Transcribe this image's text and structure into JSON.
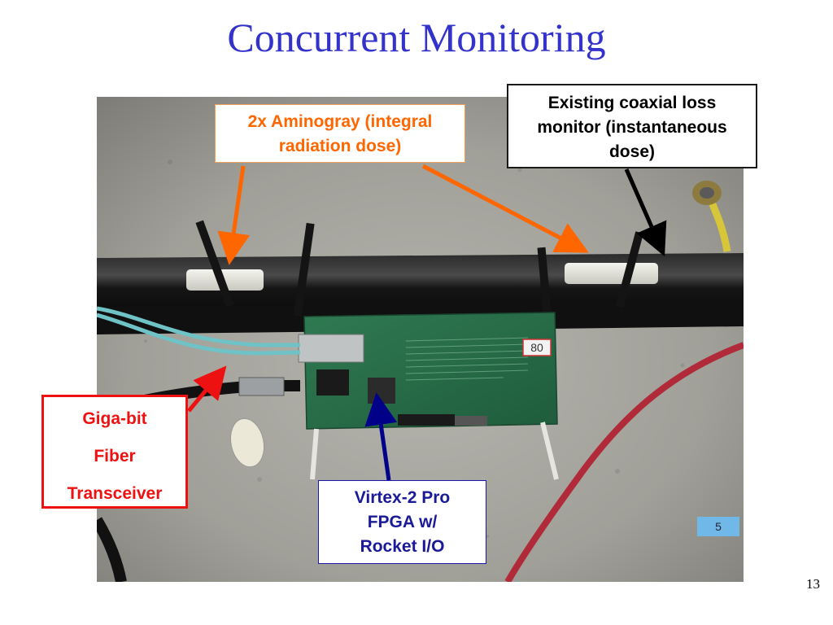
{
  "slide": {
    "title": "Concurrent Monitoring",
    "page_number": "13"
  },
  "callouts": {
    "aminogray": {
      "lines": [
        "2x Aminogray (integral",
        "radiation dose)"
      ],
      "color": "#ff6600"
    },
    "coaxial": {
      "lines": [
        "Existing coaxial loss",
        "monitor (instantaneous",
        "dose)"
      ],
      "color": "#000000"
    },
    "fiber": {
      "lines": [
        "Giga-bit",
        "Fiber",
        "Transceiver"
      ],
      "color": "#ee1111"
    },
    "fpga": {
      "lines": [
        "Virtex-2 Pro",
        "FPGA w/",
        "Rocket I/O"
      ],
      "color": "#1a1a99"
    }
  },
  "photo": {
    "board_label": "80",
    "tag_text": "5"
  }
}
